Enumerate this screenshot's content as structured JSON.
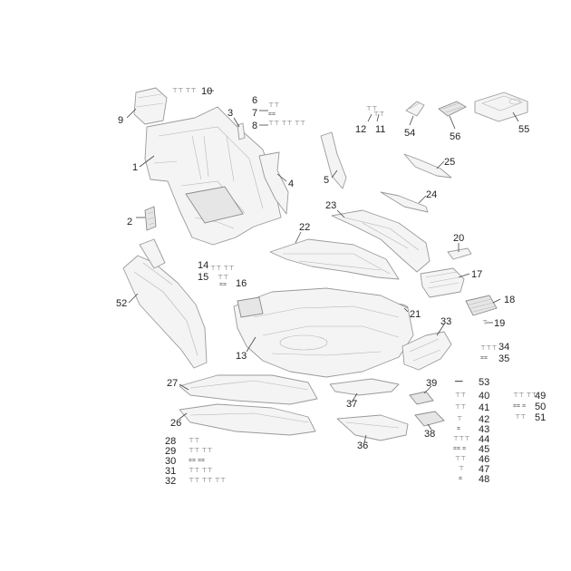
{
  "diagram": {
    "callouts": [
      "1",
      "2",
      "3",
      "4",
      "5",
      "6",
      "7",
      "8",
      "9",
      "10",
      "11",
      "12",
      "13",
      "14",
      "15",
      "16",
      "17",
      "18",
      "19",
      "20",
      "21",
      "22",
      "23",
      "24",
      "25",
      "26",
      "27",
      "28",
      "29",
      "30",
      "31",
      "32",
      "33",
      "34",
      "35",
      "36",
      "37",
      "38",
      "39",
      "40",
      "41",
      "42",
      "43",
      "44",
      "45",
      "46",
      "47",
      "48",
      "49",
      "50",
      "51",
      "52",
      "53",
      "54",
      "55",
      "56"
    ],
    "hardware_glyphs": {
      "screw_pair": "⊤⊤",
      "screw_triple": "⊤⊤⊤",
      "nut_pair": "⌗⌗",
      "screw_single": "⊤",
      "nut_single": "⌗",
      "dash": "━━"
    }
  }
}
